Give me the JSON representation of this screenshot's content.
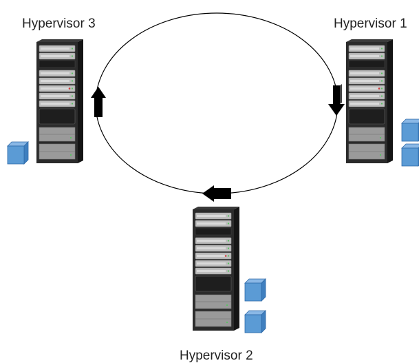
{
  "hypervisors": [
    {
      "id": "hypervisor-1",
      "label": "Hypervisor 1",
      "vm_count": 2
    },
    {
      "id": "hypervisor-2",
      "label": "Hypervisor 2",
      "vm_count": 2
    },
    {
      "id": "hypervisor-3",
      "label": "Hypervisor 3",
      "vm_count": 1
    }
  ],
  "cycle": {
    "direction": "clockwise",
    "order": [
      "Hypervisor 3",
      "Hypervisor 1",
      "Hypervisor 2"
    ]
  },
  "colors": {
    "vm_cube_front": "#5b9bd5",
    "vm_cube_top": "#8ab8e6",
    "vm_cube_side": "#3f7fbf",
    "server_body": "#2b2b2b",
    "server_side": "#151515",
    "drive_bay": "#c8c8c8",
    "ring": "#000000"
  }
}
